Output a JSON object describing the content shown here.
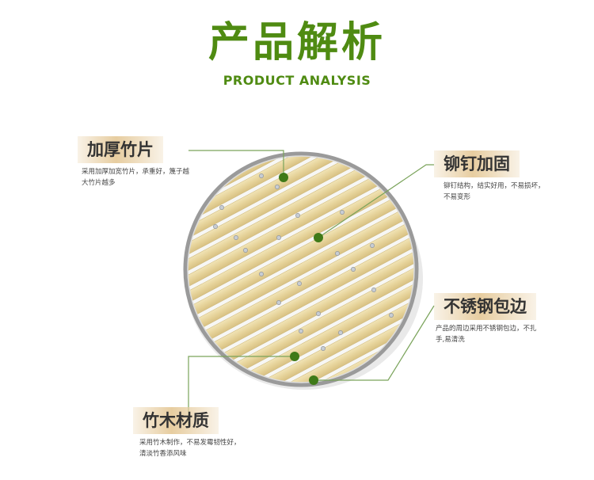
{
  "header": {
    "title": "产品解析",
    "subtitle": "PRODUCT ANALYSIS"
  },
  "features": [
    {
      "title": "加厚竹片",
      "desc_line1": "采用加厚加宽竹片，承重好，篾子越",
      "desc_line2": "大竹片越多"
    },
    {
      "title": "铆钉加固",
      "desc_line1": "铆钉结构，结实好用，不易损坏，",
      "desc_line2": "不易变形"
    },
    {
      "title": "不锈钢包边",
      "desc_line1": "产品的周边采用不锈钢包边，不扎",
      "desc_line2": "手,易清洗"
    },
    {
      "title": "竹木材质",
      "desc_line1": "采用竹木制作，不易发霉韧性好，",
      "desc_line2": "清淡竹香添风味"
    }
  ],
  "colors": {
    "accent_green": "#4f8b12",
    "marker_green": "#3f7a18",
    "label_bg": "#e7cda0",
    "bamboo": "#e9d9a4",
    "steel_rim": "#b9b9b9"
  }
}
